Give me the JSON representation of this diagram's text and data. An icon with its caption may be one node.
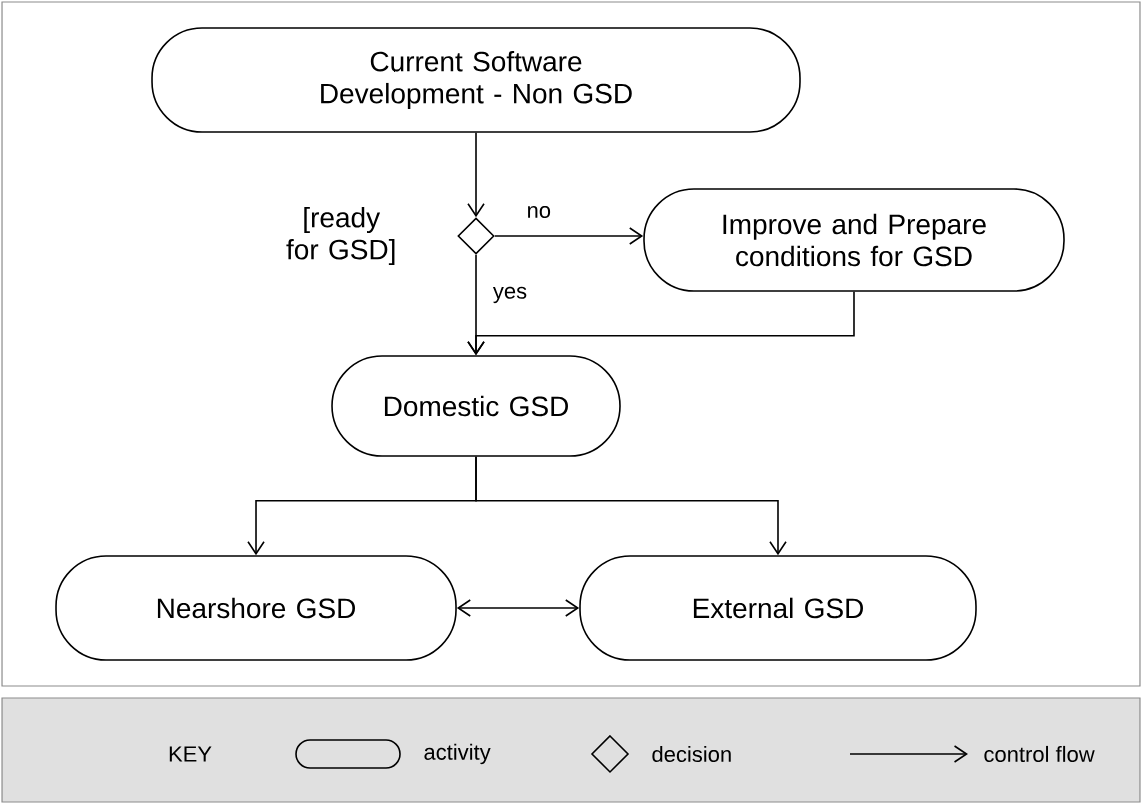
{
  "diagram": {
    "nodes": [
      {
        "text": [
          "Current Software Development - Non GSD"
        ]
      },
      {
        "text": [],
        "shape": "diamond",
        "beside": [
          "[ready for GSD]"
        ]
      },
      {
        "text": [
          "Improve and Prepare conditions for GSD"
        ]
      },
      {
        "text": [
          "Domestic GSD"
        ]
      },
      {
        "text": [
          "Nearshore GSD"
        ]
      },
      {
        "text": [
          "External GSD"
        ]
      }
    ],
    "edges": [
      {
        "from": 0,
        "to": 1,
        "arrow": "to"
      },
      {
        "from": 1,
        "to": 2,
        "arrow": "to",
        "label": "no"
      },
      {
        "from": 1,
        "to": 3,
        "arrow": "to",
        "label": "yes"
      },
      {
        "from": 2,
        "to": 3,
        "arrow": "to"
      },
      {
        "from": 3,
        "to": 4,
        "arrow": "to"
      },
      {
        "from": 3,
        "to": 5,
        "arrow": "to"
      },
      {
        "from": 4,
        "to": 5,
        "arrow": "both"
      }
    ],
    "labels": [
      "KEY"
    ],
    "legend": [
      {
        "text": "activity"
      },
      {
        "text": "decision"
      },
      {
        "text": "control flow"
      }
    ]
  }
}
